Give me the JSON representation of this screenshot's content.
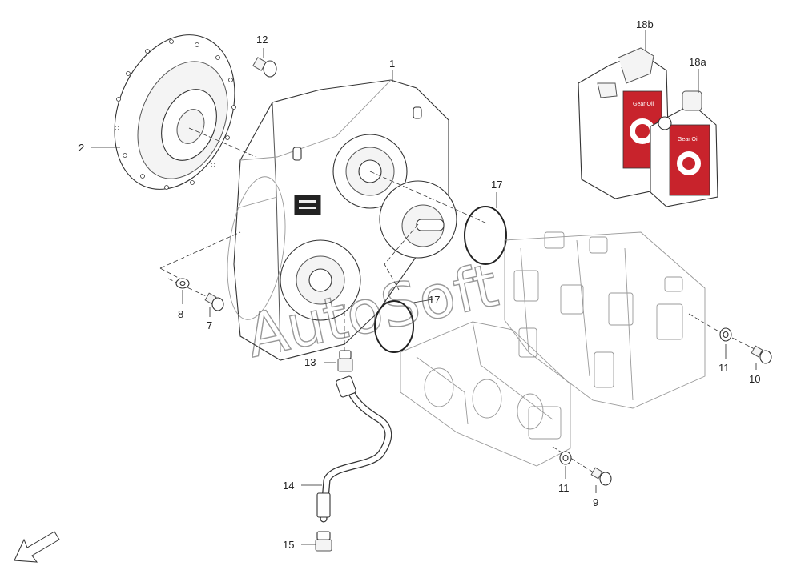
{
  "callouts": {
    "c1": "1",
    "c2": "2",
    "c7": "7",
    "c8": "8",
    "c9": "9",
    "c10": "10",
    "c11a": "11",
    "c11b": "11",
    "c12": "12",
    "c13": "13",
    "c14": "14",
    "c15": "15",
    "c17a": "17",
    "c17b": "17",
    "c18a": "18a",
    "c18b": "18b"
  },
  "oil_label_a": "Gear Oil",
  "oil_label_b": "Gear Oil",
  "watermark": "AutoSoft",
  "colors": {
    "oil_red": "#c8232c",
    "line": "#333333"
  }
}
